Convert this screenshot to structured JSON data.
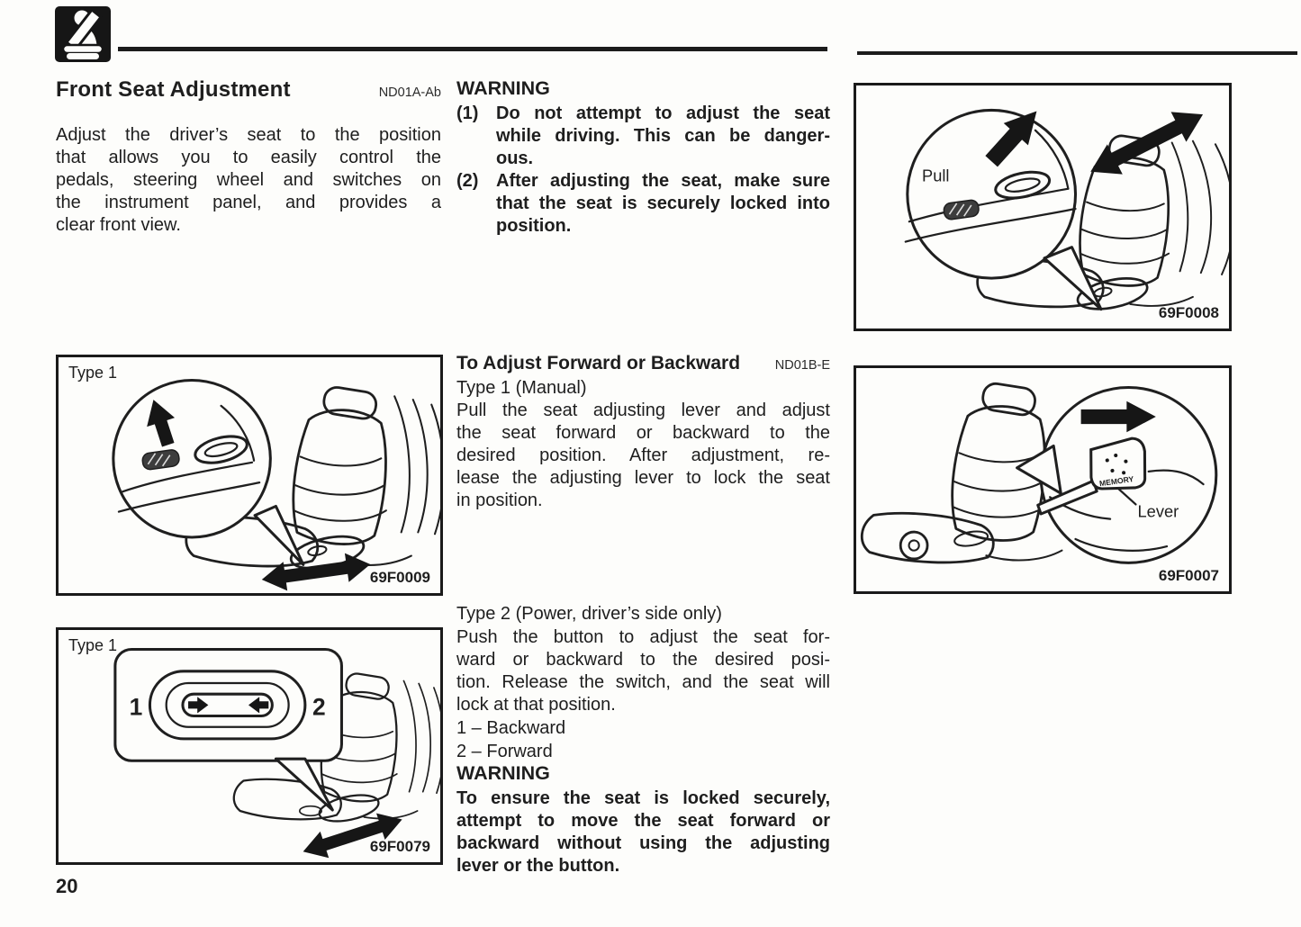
{
  "page": {
    "number": "20"
  },
  "left_column": {
    "heading": "Front Seat Adjustment",
    "section_code": "ND01A-Ab",
    "intro_lines": [
      "Adjust the driver’s seat to the position",
      "that allows you to easily control the",
      "pedals, steering wheel and switches on",
      "the instrument panel, and provides a",
      "clear front view."
    ]
  },
  "middle_column": {
    "warning_top": {
      "title": "WARNING",
      "items": [
        {
          "num": "(1)",
          "lines": [
            "Do not attempt to adjust the seat",
            "while driving. This can be danger-",
            "ous."
          ]
        },
        {
          "num": "(2)",
          "lines": [
            "After adjusting the seat, make sure",
            "that the seat is securely locked into",
            "position."
          ]
        }
      ]
    },
    "adjust_section": {
      "heading": "To Adjust Forward or Backward",
      "section_code": "ND01B-E",
      "type1_heading": "Type 1 (Manual)",
      "type1_lines": [
        "Pull the seat adjusting lever and adjust",
        "the seat forward or backward to the",
        "desired position. After adjustment, re-",
        "lease the adjusting lever to lock the seat",
        "in position."
      ],
      "type2_heading": "Type 2 (Power, driver’s side only)",
      "type2_lines": [
        "Push the button to adjust the seat for-",
        "ward or backward to the desired posi-",
        "tion. Release the switch, and the seat will",
        "lock at that position."
      ],
      "legend": [
        "1 – Backward",
        "2 – Forward"
      ]
    },
    "warning_bottom": {
      "title": "WARNING",
      "lines": [
        "To ensure the seat is locked securely,",
        "attempt to move the seat forward or",
        "backward without using the adjusting",
        "lever or the button."
      ]
    }
  },
  "figures": {
    "manual_lever": {
      "label": "Type 1",
      "code": "69F0009"
    },
    "power_switch": {
      "label": "Type 1",
      "code": "69F0079",
      "switch_left": "1",
      "switch_right": "2"
    },
    "recline": {
      "code": "69F0008",
      "annotation": "Pull"
    },
    "walk_in": {
      "code": "69F0007",
      "annotation": "Lever",
      "knob_text": "MEMORY"
    }
  },
  "icons": {
    "header_icon": "seat-belt-pictogram"
  }
}
